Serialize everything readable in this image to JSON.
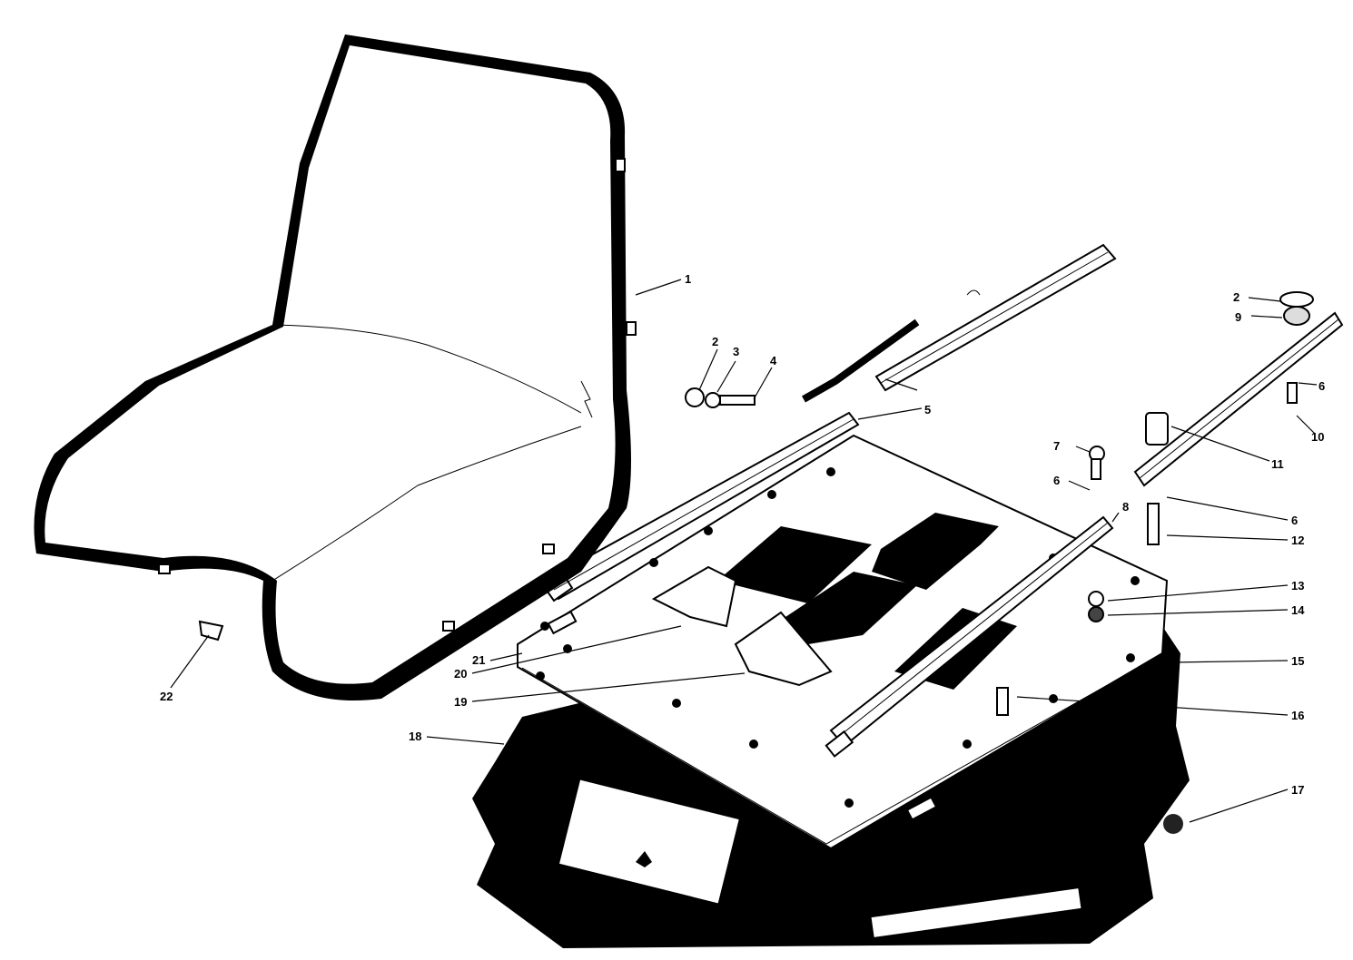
{
  "callouts": [
    {
      "id": "c1",
      "text": "1"
    },
    {
      "id": "c2a",
      "text": "2"
    },
    {
      "id": "c3",
      "text": "3"
    },
    {
      "id": "c4",
      "text": "4"
    },
    {
      "id": "c5",
      "text": "5"
    },
    {
      "id": "c2b",
      "text": "2"
    },
    {
      "id": "c9",
      "text": "9"
    },
    {
      "id": "c6a",
      "text": "6"
    },
    {
      "id": "c10",
      "text": "10"
    },
    {
      "id": "c11",
      "text": "11"
    },
    {
      "id": "c7",
      "text": "7"
    },
    {
      "id": "c6b",
      "text": "6"
    },
    {
      "id": "c8",
      "text": "8"
    },
    {
      "id": "c6c",
      "text": "6"
    },
    {
      "id": "c12",
      "text": "12"
    },
    {
      "id": "c13",
      "text": "13"
    },
    {
      "id": "c14",
      "text": "14"
    },
    {
      "id": "c15",
      "text": "15"
    },
    {
      "id": "c16",
      "text": "16"
    },
    {
      "id": "c17",
      "text": "17"
    },
    {
      "id": "c18",
      "text": "18"
    },
    {
      "id": "c19",
      "text": "19"
    },
    {
      "id": "c20",
      "text": "20"
    },
    {
      "id": "c21",
      "text": "21"
    },
    {
      "id": "c22",
      "text": "22"
    }
  ]
}
